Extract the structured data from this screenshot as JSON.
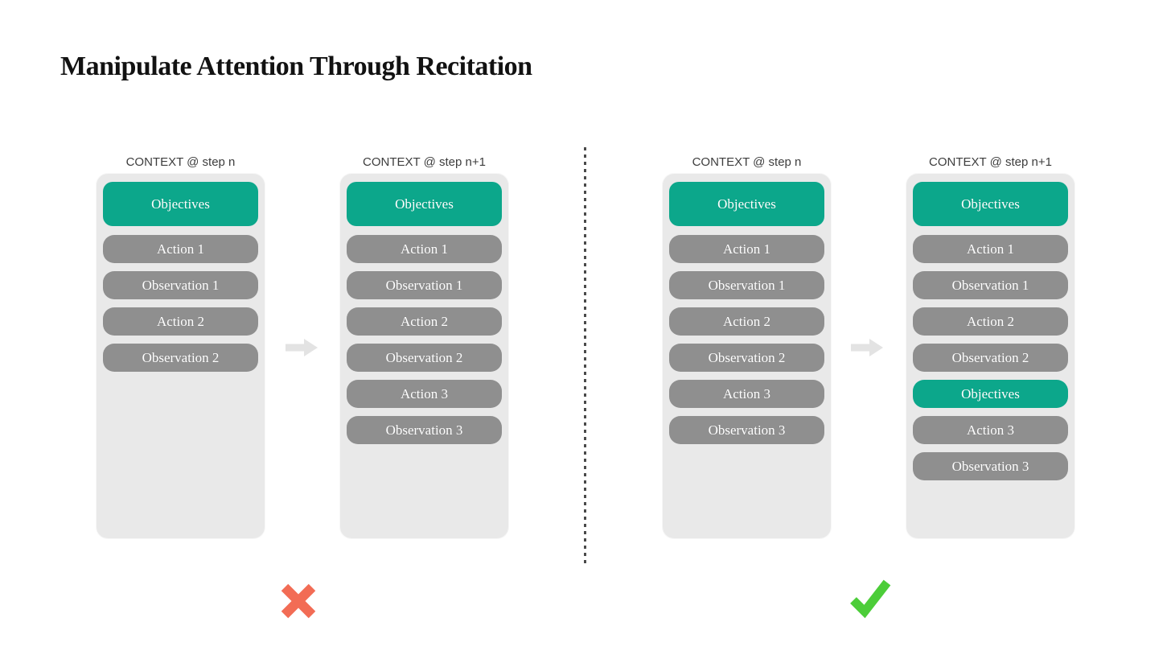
{
  "title": "Manipulate Attention Through Recitation",
  "colors": {
    "accent_green": "#0ca78b",
    "pill_gray": "#8f8f8f",
    "panel_bg": "#e9e9e9",
    "header_text": "#3d3d3d",
    "arrow_gray": "#e3e3e3",
    "x_red": "#f26c55",
    "check_green": "#4ccd39",
    "divider": "#4a4a4a",
    "title_text": "#121212",
    "pill_text": "#ffffff"
  },
  "icons": {
    "arrow": "right-arrow-icon",
    "reject": "x-mark-icon",
    "accept": "check-mark-icon"
  },
  "panels": [
    {
      "header": "CONTEXT @ step n",
      "pills": [
        {
          "label": "Objectives",
          "type": "objective-primary"
        },
        {
          "label": "Action 1",
          "type": "step"
        },
        {
          "label": "Observation 1",
          "type": "step"
        },
        {
          "label": "Action 2",
          "type": "step"
        },
        {
          "label": "Observation 2",
          "type": "step"
        }
      ]
    },
    {
      "header": "CONTEXT @ step n+1",
      "pills": [
        {
          "label": "Objectives",
          "type": "objective-primary"
        },
        {
          "label": "Action 1",
          "type": "step"
        },
        {
          "label": "Observation 1",
          "type": "step"
        },
        {
          "label": "Action 2",
          "type": "step"
        },
        {
          "label": "Observation 2",
          "type": "step"
        },
        {
          "label": "Action 3",
          "type": "step"
        },
        {
          "label": "Observation 3",
          "type": "step"
        }
      ]
    },
    {
      "header": "CONTEXT @ step n",
      "pills": [
        {
          "label": "Objectives",
          "type": "objective-primary"
        },
        {
          "label": "Action 1",
          "type": "step"
        },
        {
          "label": "Observation 1",
          "type": "step"
        },
        {
          "label": "Action 2",
          "type": "step"
        },
        {
          "label": "Observation 2",
          "type": "step"
        },
        {
          "label": "Action 3",
          "type": "step"
        },
        {
          "label": "Observation 3",
          "type": "step"
        }
      ]
    },
    {
      "header": "CONTEXT @ step n+1",
      "pills": [
        {
          "label": "Objectives",
          "type": "objective-primary"
        },
        {
          "label": "Action 1",
          "type": "step"
        },
        {
          "label": "Observation 1",
          "type": "step"
        },
        {
          "label": "Action 2",
          "type": "step"
        },
        {
          "label": "Observation 2",
          "type": "step"
        },
        {
          "label": "Objectives",
          "type": "objective"
        },
        {
          "label": "Action 3",
          "type": "step"
        },
        {
          "label": "Observation 3",
          "type": "step"
        }
      ]
    }
  ]
}
